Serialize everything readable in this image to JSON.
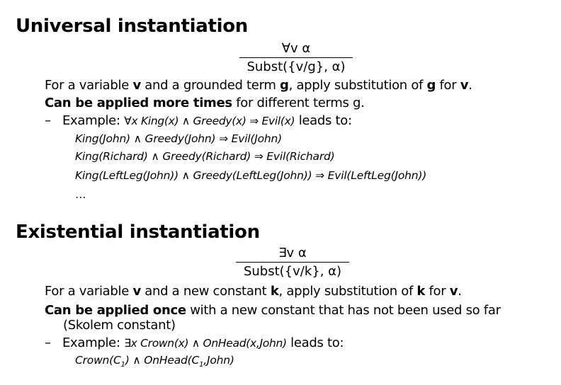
{
  "universal": {
    "title": "Universal instantiation",
    "rule_premise": "∀v α",
    "rule_conclusion": "Subst({v/g}, α)",
    "desc1": {
      "pre": "For a variable ",
      "v": "v",
      "mid1": " and a grounded term ",
      "g": "g",
      "mid2": ", apply substitution of ",
      "g2": "g",
      "mid3": " for ",
      "v2": "v",
      "end": "."
    },
    "desc2": {
      "bold": "Can be applied more times",
      "rest": " for different terms g."
    },
    "example": {
      "dash": "–",
      "label": "Example: ",
      "formula": "∀x King(x) ∧ Greedy(x) ⇒ Evil(x)",
      "tail": " leads to:"
    },
    "instances": [
      "King(John) ∧ Greedy(John) ⇒  Evil(John)",
      "King(Richard) ∧ Greedy(Richard) ⇒ Evil(Richard)",
      "King(LeftLeg(John)) ∧ Greedy(LeftLeg(John)) ⇒ Evil(LeftLeg(John))",
      "…"
    ]
  },
  "existential": {
    "title": "Existential instantiation",
    "rule_premise": "∃v α",
    "rule_conclusion": "Subst({v/k}, α)",
    "desc1": {
      "pre": "For a variable ",
      "v": "v",
      "mid1": " and a new constant ",
      "k": "k",
      "mid2": ", apply substitution of ",
      "k2": "k",
      "mid3": " for ",
      "v2": "v",
      "end": "."
    },
    "desc2": {
      "bold": "Can be applied once",
      "rest": " with a new constant that has not been used so far"
    },
    "desc2_cont": "(Skolem constant)",
    "example": {
      "dash": "–",
      "label": "Example: ",
      "formula": "∃x Crown(x) ∧ OnHead(x,John)",
      "tail": " leads to:"
    },
    "instance": {
      "a": "Crown(C",
      "sub1": "1",
      "b": ") ∧ OnHead(C",
      "sub2": "1",
      "c": ",John)"
    }
  }
}
